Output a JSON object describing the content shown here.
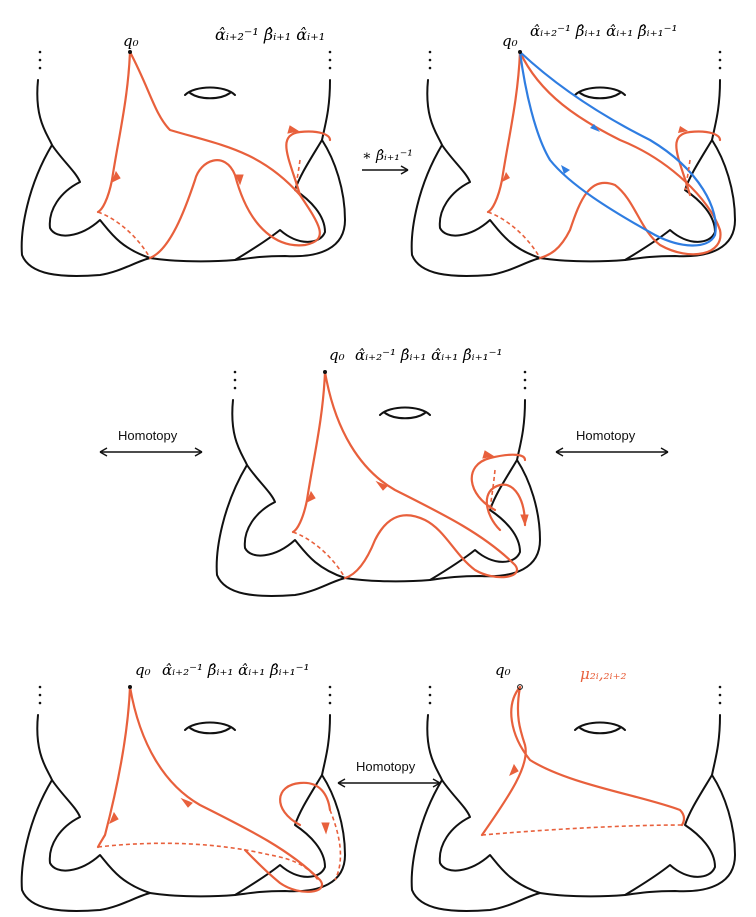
{
  "colors": {
    "surface": "#111111",
    "loop": "#e8603c",
    "blue": "#2f7de1"
  },
  "base_point": "q₀",
  "panels": [
    {
      "id": "top-left",
      "label": "α̂ᵢ₊₂⁻¹ β̂ᵢ₊₁ α̂ᵢ₊₁"
    },
    {
      "id": "top-right",
      "label": "α̂ᵢ₊₂⁻¹ β̂ᵢ₊₁ α̂ᵢ₊₁ β̂ᵢ₊₁⁻¹"
    },
    {
      "id": "middle",
      "label": "α̂ᵢ₊₂⁻¹ β̂ᵢ₊₁ α̂ᵢ₊₁ β̂ᵢ₊₁⁻¹"
    },
    {
      "id": "bottom-left",
      "label": "α̂ᵢ₊₂⁻¹ β̂ᵢ₊₁ α̂ᵢ₊₁ β̂ᵢ₊₁⁻¹"
    },
    {
      "id": "bottom-right",
      "label": "μ₂ᵢ,₂ᵢ₊₂"
    }
  ],
  "arrows": {
    "top_op": "∗ β̂ᵢ₊₁⁻¹",
    "homotopy_label": "Homotopy"
  }
}
